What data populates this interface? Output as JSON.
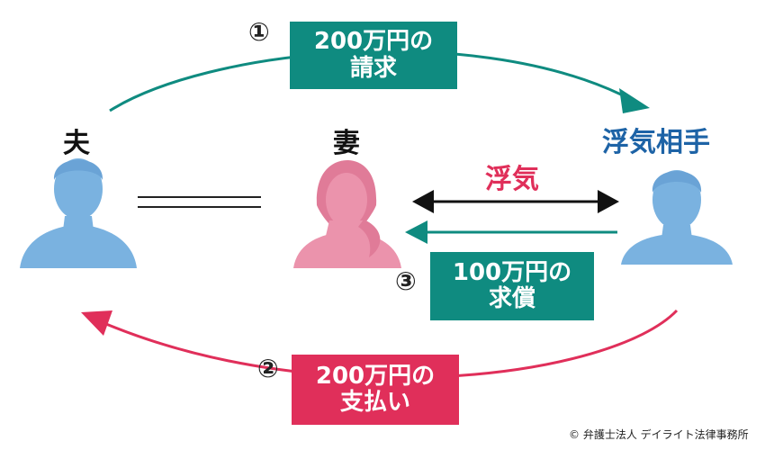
{
  "people": {
    "husband": "夫",
    "wife": "妻",
    "partner": "浮気相手"
  },
  "affair_label": "浮気",
  "steps": [
    {
      "number": "①",
      "line1": "200万円の",
      "line2": "請求"
    },
    {
      "number": "②",
      "line1": "200万円の",
      "line2": "支払い"
    },
    {
      "number": "③",
      "line1": "100万円の",
      "line2": "求償"
    }
  ],
  "copyright": "© 弁護士法人 デイライト法律事務所",
  "colors": {
    "teal": "#0f8b80",
    "red": "#e02f5a",
    "husband_blue": "#7ab2e0",
    "wife_pink": "#eb93ac",
    "partner_blue": "#7ab2e0",
    "partner_label": "#1d63a6",
    "affair_label": "#e02f5a"
  },
  "icons": {
    "husband": "male-person-icon",
    "wife": "female-person-icon",
    "partner": "male-person-icon"
  }
}
